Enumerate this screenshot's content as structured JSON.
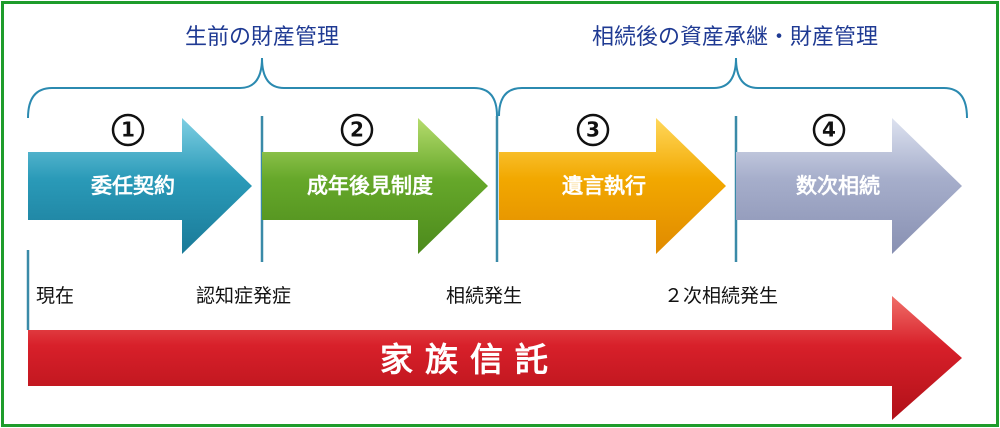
{
  "phases": {
    "before": "生前の財産管理",
    "after": "相続後の資産承継・財産管理"
  },
  "stages": [
    {
      "number": "1",
      "label": "委任契約",
      "color": "#2a9ab8"
    },
    {
      "number": "2",
      "label": "成年後見制度",
      "color": "#66a82a"
    },
    {
      "number": "3",
      "label": "遺言執行",
      "color": "#f2a800"
    },
    {
      "number": "4",
      "label": "数次相続",
      "color": "#a0a8c8"
    }
  ],
  "events": [
    "現在",
    "認知症発症",
    "相続発生",
    "２次相続発生"
  ],
  "trust_label": "家族信託",
  "colors": {
    "frame": "#1e9c2b",
    "bracket": "#2b8ab0",
    "divider": "#3a8aa8",
    "trust_arrow": "#d8202a"
  }
}
